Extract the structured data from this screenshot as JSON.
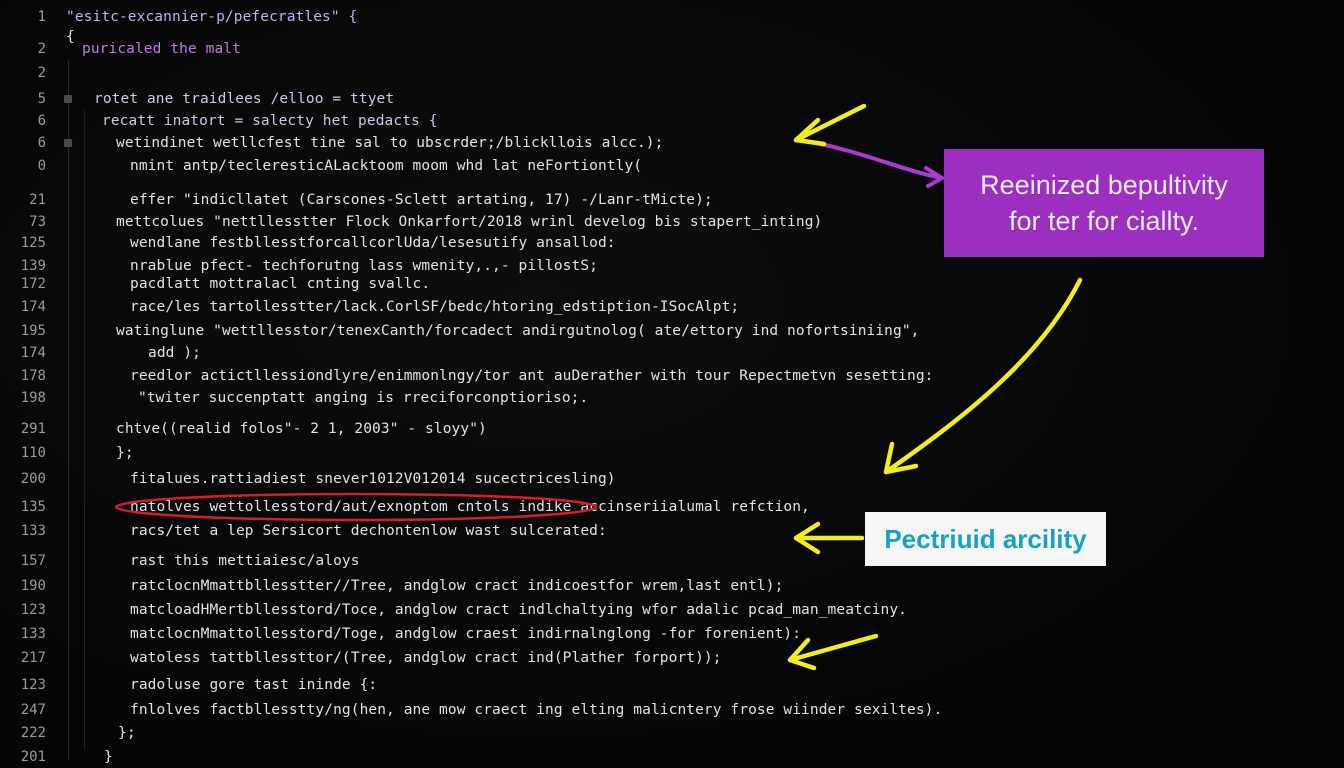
{
  "editor": {
    "lines": [
      {
        "number": "1",
        "text": "\"esitc-excannier-p/pefecratles\" {",
        "style": "title",
        "indent": 66
      },
      {
        "number": "",
        "text": "{",
        "style": "str",
        "indent": 66
      },
      {
        "number": "2",
        "text": "puricaled the malt",
        "style": "violet",
        "indent": 82
      },
      {
        "number": "2",
        "text": "",
        "style": "str",
        "indent": 82
      },
      {
        "number": "5",
        "text": "rotet ane traidlees /elloo = ttyet",
        "style": "key",
        "indent": 94
      },
      {
        "number": "6",
        "text": "recatt inatort = salecty het pedacts {",
        "style": "key",
        "indent": 102
      },
      {
        "number": "6",
        "text": "wetindinet wetllcfest tine sal to ubscrder;/blickllois alcc.);",
        "style": "str",
        "indent": 116
      },
      {
        "number": "0",
        "text": "nmint antp/tecleresticALacktoom moom whd lat neFortiontly(",
        "style": "str",
        "indent": 130
      },
      {
        "number": "21",
        "text": "effer \"indicllatet (Carscones-Sclett artating, 17) -/Lanr-tMicte);",
        "style": "str",
        "indent": 130
      },
      {
        "number": "73",
        "text": "mettcolues \"nettllesstter Flock Onkarfort/2018 wrinl develog bis stapert_inting)",
        "style": "str",
        "indent": 116
      },
      {
        "number": "125",
        "text": "wendlane festbllesstforcallcorlUda/lesesutify ansallod:",
        "style": "str",
        "indent": 130
      },
      {
        "number": "139",
        "text": "nrablue pfect- techforutng lass wmenity,.,- pillostS;",
        "style": "str",
        "indent": 130
      },
      {
        "number": "172",
        "text": "pacdlatt mottralacl cnting svallc.",
        "style": "str",
        "indent": 130
      },
      {
        "number": "174",
        "text": "race/les tartollesstter/lack.CorlSF/bedc/htoring_edstiption-ISocAlpt;",
        "style": "str",
        "indent": 130
      },
      {
        "number": "195",
        "text": "watinglune \"wettllesstor/tenexCanth/forcadect andirgutnolog( ate/ettory ind nofortsiniing\",",
        "style": "str",
        "indent": 116
      },
      {
        "number": "174",
        "text": "add );",
        "style": "str",
        "indent": 148
      },
      {
        "number": "178",
        "text": "reedlor actictllessiondlyre/enimmonlngy/tor ant auDerather with tour Repectmetvn sesetting:",
        "style": "str",
        "indent": 130
      },
      {
        "number": "198",
        "text": "\"twiter succenptatt anging is rreciforconptioriso;.",
        "style": "str",
        "indent": 138
      },
      {
        "number": "291",
        "text": "chtve((realid folos\"- 2 1, 2003\" - sloyy\")",
        "style": "str",
        "indent": 116
      },
      {
        "number": "110",
        "text": "};",
        "style": "str",
        "indent": 116
      },
      {
        "number": "200",
        "text": "fitalues.rattiadiest snever1012V012014 sucectricesling)",
        "style": "str",
        "indent": 130
      },
      {
        "number": "135",
        "text": "natolves wettollesstord/aut/exnoptom cntols indike accinseriialumal refction,",
        "style": "str",
        "indent": 130
      },
      {
        "number": "133",
        "text": "racs/tet a lep Sersicort dechontenlow wast sulcerated:",
        "style": "str",
        "indent": 130
      },
      {
        "number": "157",
        "text": "rast this mettiaiesc/aloys",
        "style": "str",
        "indent": 130
      },
      {
        "number": "190",
        "text": "ratclocnMmattbllesstter//Tree, andglow cract indicoestfor wrem,last entl);",
        "style": "str",
        "indent": 130
      },
      {
        "number": "123",
        "text": "matcloadHMertbllesstord/Toce, andglow cract indlchaltying wfor adalic pcad_man_meatciny.",
        "style": "str",
        "indent": 130
      },
      {
        "number": "133",
        "text": "matclocnMmattollesstord/Toge, andglow craest indirnalnglong -for forenient):",
        "style": "str",
        "indent": 130
      },
      {
        "number": "217",
        "text": "watoless tattbllessttor/(Tree, andglow cract ind(Plather forport));",
        "style": "str",
        "indent": 130
      },
      {
        "number": "123",
        "text": "radoluse gore tast ininde {:",
        "style": "str",
        "indent": 130
      },
      {
        "number": "247",
        "text": "fnlolves factbllesstty/ng(hen, ane mow craect ing elting malicntery frose wiinder sexiltes).",
        "style": "str",
        "indent": 130
      },
      {
        "number": "222",
        "text": "};",
        "style": "str",
        "indent": 118
      },
      {
        "number": "201",
        "text": "}",
        "style": "str",
        "indent": 104
      }
    ]
  },
  "annotations": {
    "purple_callout": {
      "line1": "Reeinized bepultivity",
      "line2": "for ter for ciallty."
    },
    "white_callout": {
      "text": "Pectriuid arcility"
    },
    "colors": {
      "yellow_arrow": "#f2ee1a",
      "purple_arrow": "#a93bd0",
      "red_highlight": "#d81c2a"
    }
  }
}
